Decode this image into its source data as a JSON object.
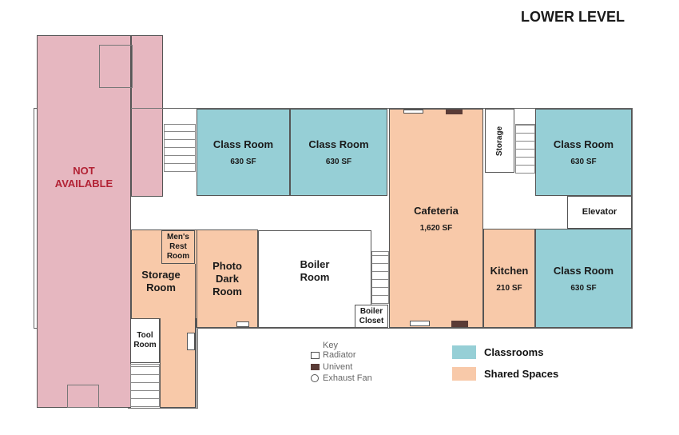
{
  "title": "LOWER LEVEL",
  "colors": {
    "classroom": "#96cfd6",
    "shared": "#f8c9a9",
    "unavailable": "#e6b7c0",
    "unavailable_text": "#b22234"
  },
  "rooms": {
    "not_available": "NOT AVAILABLE",
    "class_room_1": {
      "name": "Class Room",
      "area": "630 SF"
    },
    "class_room_2": {
      "name": "Class Room",
      "area": "630 SF"
    },
    "class_room_3": {
      "name": "Class Room",
      "area": "630 SF"
    },
    "class_room_4": {
      "name": "Class Room",
      "area": "630 SF"
    },
    "cafeteria": {
      "name": "Cafeteria",
      "area": "1,620 SF"
    },
    "kitchen": {
      "name": "Kitchen",
      "area": "210 SF"
    },
    "storage_top": "Storage",
    "elevator": "Elevator",
    "mens_rest_room": "Men's Rest Room",
    "storage_room": "Storage Room",
    "photo_dark_room": "Photo Dark Room",
    "boiler_room": "Boiler Room",
    "boiler_closet": "Boiler Closet",
    "tool_room": "Tool Room"
  },
  "key": {
    "title": "Key",
    "items": [
      {
        "icon": "radiator-icon",
        "label": "Radiator"
      },
      {
        "icon": "univent-icon",
        "label": "Univent"
      },
      {
        "icon": "exhaust-fan-icon",
        "label": "Exhaust Fan"
      }
    ]
  },
  "legend": [
    {
      "label": "Classrooms",
      "color": "#96cfd6"
    },
    {
      "label": "Shared Spaces",
      "color": "#f8c9a9"
    }
  ]
}
